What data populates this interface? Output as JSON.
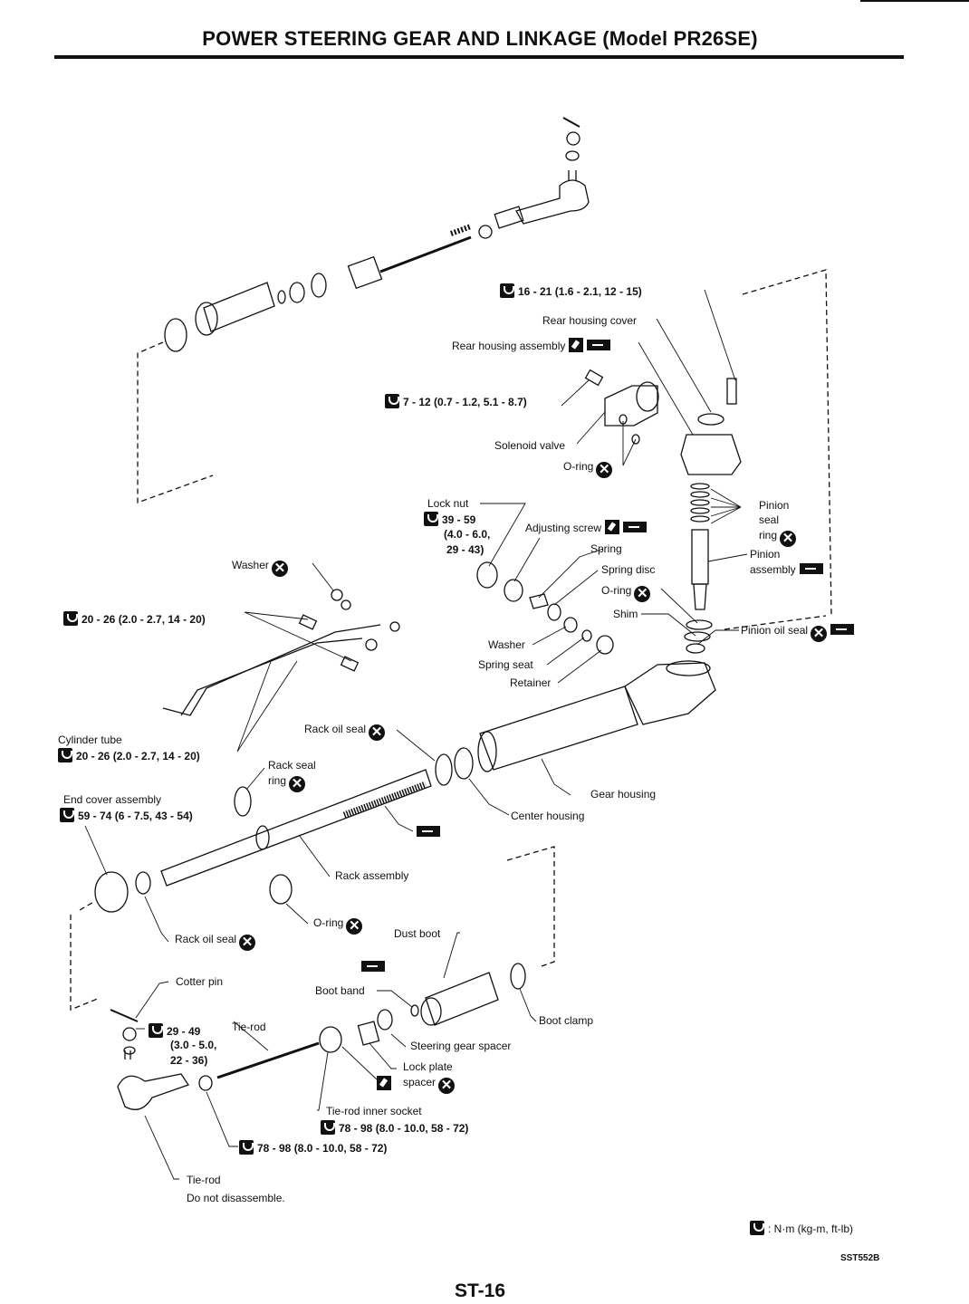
{
  "page": {
    "title": "POWER STEERING GEAR AND LINKAGE (Model PR26SE)",
    "page_number": "ST-16",
    "figure_code": "SST552B",
    "legend": ": N·m (kg-m, ft-lb)"
  },
  "icons": {
    "torque": "torque-wrench-icon",
    "replace": "do-not-reuse-icon",
    "grease": "apply-grease-icon",
    "sealant": "apply-sealant-icon"
  },
  "labels": {
    "torque_top": "16 - 21 (1.6 - 2.1, 12 - 15)",
    "rear_housing_cover": "Rear housing cover",
    "rear_housing_assembly": "Rear housing assembly",
    "torque_solenoid": "7 - 12 (0.7 - 1.2, 5.1 - 8.7)",
    "solenoid_valve": "Solenoid valve",
    "o_ring_1": "O-ring",
    "lock_nut": "Lock nut",
    "lock_nut_torque_1": "39 - 59",
    "lock_nut_torque_2": "(4.0 - 6.0,",
    "lock_nut_torque_3": "29 - 43)",
    "adjusting_screw": "Adjusting screw",
    "spring": "Spring",
    "spring_disc": "Spring disc",
    "o_ring_2": "O-ring",
    "shim": "Shim",
    "pinion_seal_ring_1": "Pinion",
    "pinion_seal_ring_2": "seal",
    "pinion_seal_ring_3": "ring",
    "pinion_assembly_1": "Pinion",
    "pinion_assembly_2": "assembly",
    "pinion_oil_seal": "Pinion oil seal",
    "washer_1": "Washer",
    "torque_washer": "20 - 26 (2.0 - 2.7, 14 - 20)",
    "washer_2": "Washer",
    "spring_seat": "Spring seat",
    "retainer": "Retainer",
    "cylinder_tube": "Cylinder tube",
    "torque_cylinder": "20 - 26 (2.0 - 2.7, 14 - 20)",
    "rack_oil_seal_1": "Rack oil seal",
    "rack_seal_ring_1": "Rack seal",
    "rack_seal_ring_2": "ring",
    "gear_housing": "Gear housing",
    "center_housing": "Center housing",
    "end_cover_assembly": "End cover assembly",
    "torque_end_cover": "59 - 74 (6 - 7.5, 43 - 54)",
    "rack_assembly": "Rack assembly",
    "o_ring_3": "O-ring",
    "rack_oil_seal_2": "Rack oil seal",
    "dust_boot": "Dust boot",
    "cotter_pin": "Cotter pin",
    "boot_band": "Boot band",
    "torque_tierod_1": "29 - 49",
    "torque_tierod_2": "(3.0 - 5.0,",
    "torque_tierod_3": "22 - 36)",
    "tie_rod_1": "Tie-rod",
    "boot_clamp": "Boot clamp",
    "steering_gear_spacer": "Steering gear spacer",
    "lock_plate_spacer_1": "Lock plate",
    "lock_plate_spacer_2": "spacer",
    "tie_rod_inner_socket": "Tie-rod inner socket",
    "torque_inner_socket": "78 - 98 (8.0 - 10.0, 58 - 72)",
    "torque_lock": "78 - 98 (8.0 - 10.0, 58 - 72)",
    "tie_rod_2": "Tie-rod",
    "do_not_disassemble": "Do not disassemble."
  }
}
